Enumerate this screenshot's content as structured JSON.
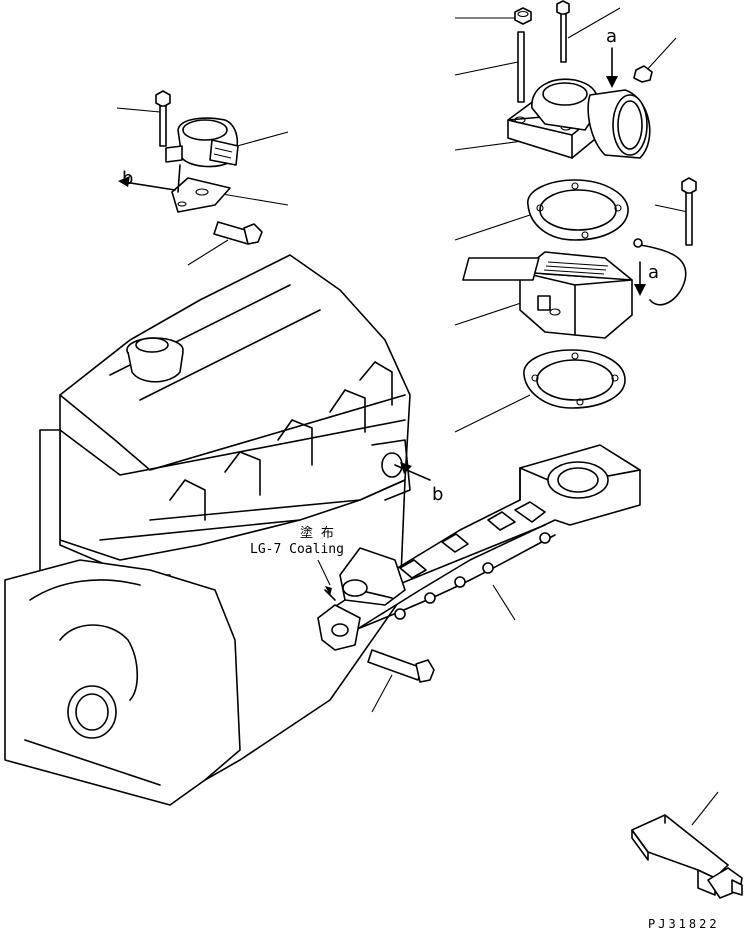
{
  "diagram": {
    "callout_a": "a",
    "callout_b": "b",
    "coating_note_jp": "塗 布",
    "coating_note": "LG-7 Coaling",
    "drawing_number": "PJ31822"
  }
}
